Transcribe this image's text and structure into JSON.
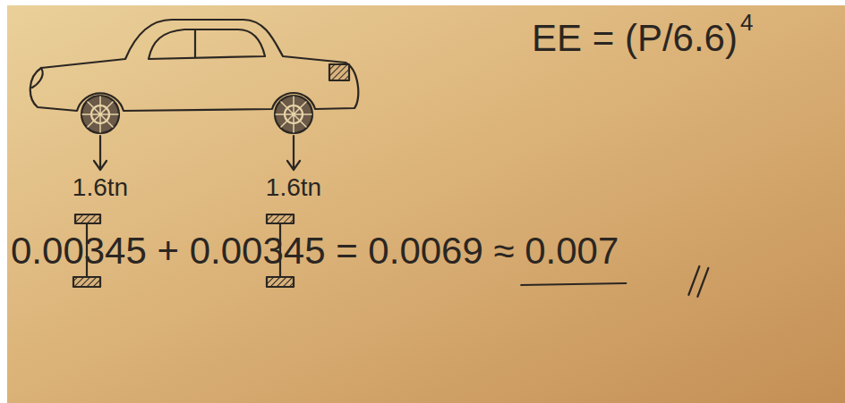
{
  "diagram": {
    "labels": [
      "1.6tn",
      "1.6tn",
      "EE = (P/6.6)",
      "4",
      "0.00345 + 0.00345 = 0.0069 ≈ 0.007"
    ]
  }
}
